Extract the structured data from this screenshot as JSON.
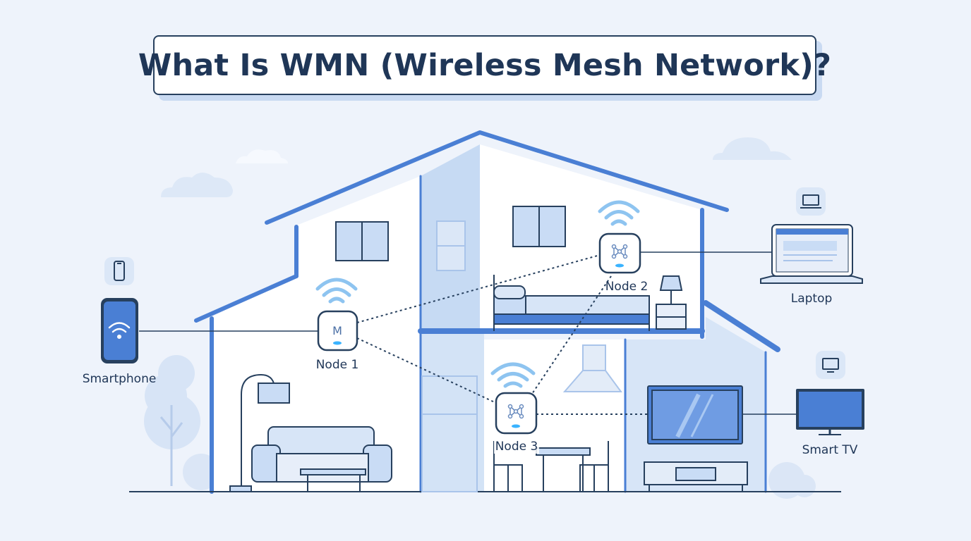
{
  "title": "What Is WMN (Wireless Mesh Network)?",
  "nodes": [
    {
      "id": "node-1",
      "label": "Node 1",
      "badge": "M"
    },
    {
      "id": "node-2",
      "label": "Node 2"
    },
    {
      "id": "node-3",
      "label": "Node 3"
    }
  ],
  "devices": [
    {
      "id": "smartphone",
      "label": "Smartphone",
      "icon": "smartphone-icon"
    },
    {
      "id": "laptop",
      "label": "Laptop",
      "icon": "laptop-icon"
    },
    {
      "id": "smart-tv",
      "label": "Smart TV",
      "icon": "tv-icon"
    }
  ],
  "links": {
    "wired": [
      [
        "smartphone",
        "node-1"
      ],
      [
        "node-2",
        "laptop"
      ],
      [
        "node-3",
        "smart-tv"
      ]
    ],
    "wireless": [
      [
        "node-1",
        "node-2"
      ],
      [
        "node-1",
        "node-3"
      ],
      [
        "node-2",
        "node-3"
      ]
    ]
  },
  "colors": {
    "background": "#eef3fb",
    "primary_blue": "#4a7fd4",
    "dark_navy": "#1f3657",
    "light_fill": "#c9dcf5",
    "wifi_waves": "#8ec4f0",
    "node_glow": "#3ab3ff"
  }
}
